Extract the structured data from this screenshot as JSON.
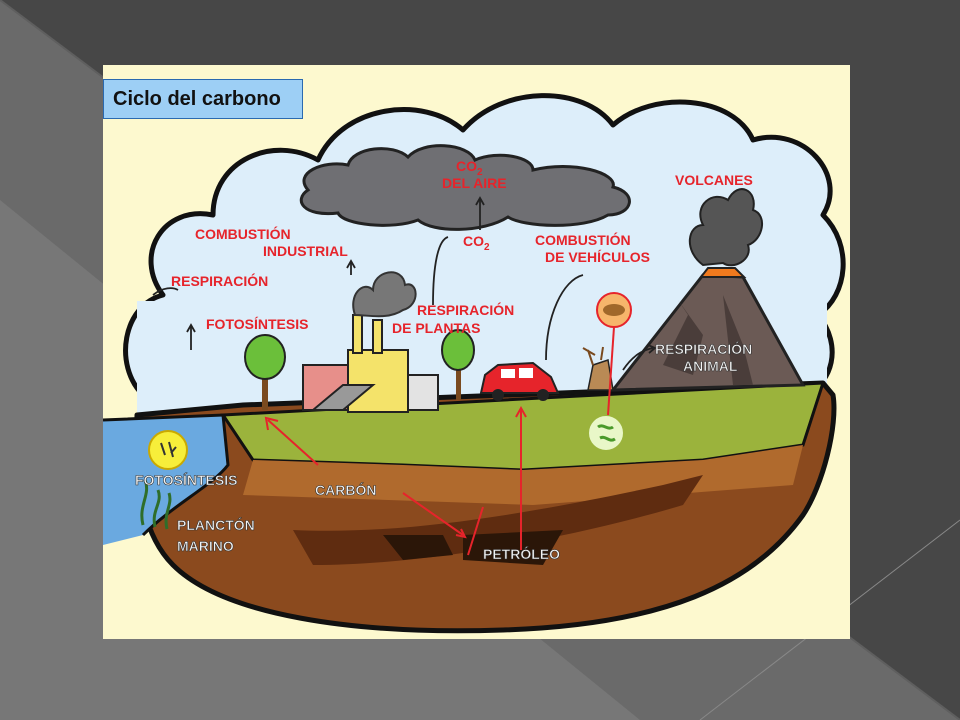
{
  "title": "Ciclo del carbono",
  "labels": {
    "co2_del_aire_1": "CO",
    "co2_del_aire_sub": "2",
    "del_aire": "DEL AIRE",
    "co2_small": "CO",
    "co2_small_sub": "2",
    "volcanes": "VOLCANES",
    "combustion_industrial_1": "COMBUSTIÓN",
    "combustion_industrial_2": "INDUSTRIAL",
    "respiracion": "RESPIRACIÓN",
    "fotosintesis_land": "FOTOSÍNTESIS",
    "combustion_vehiculos_1": "COMBUSTIÓN",
    "combustion_vehiculos_2": "DE VEHÍCULOS",
    "respiracion_plantas_1": "RESPIRACIÓN",
    "respiracion_plantas_2": "DE PLANTAS",
    "respiracion_animal_1": "RESPIRACIÓN",
    "respiracion_animal_2": "ANIMAL",
    "fotosintesis_sea": "FOTOSÍNTESIS",
    "carbon": "CARBÓN",
    "plancton_1": "PLANCTÓN",
    "plancton_2": "MARINO",
    "petroleo": "PETRÓLEO"
  },
  "colors": {
    "label_red": "#e6242b",
    "sky": "#ddeefa",
    "cloud_gray": "#6f6f73",
    "ground_green": "#9bb33c",
    "soil": "#8b4a1e",
    "sea": "#6aa9e0",
    "title_box": "#9dcff5"
  }
}
